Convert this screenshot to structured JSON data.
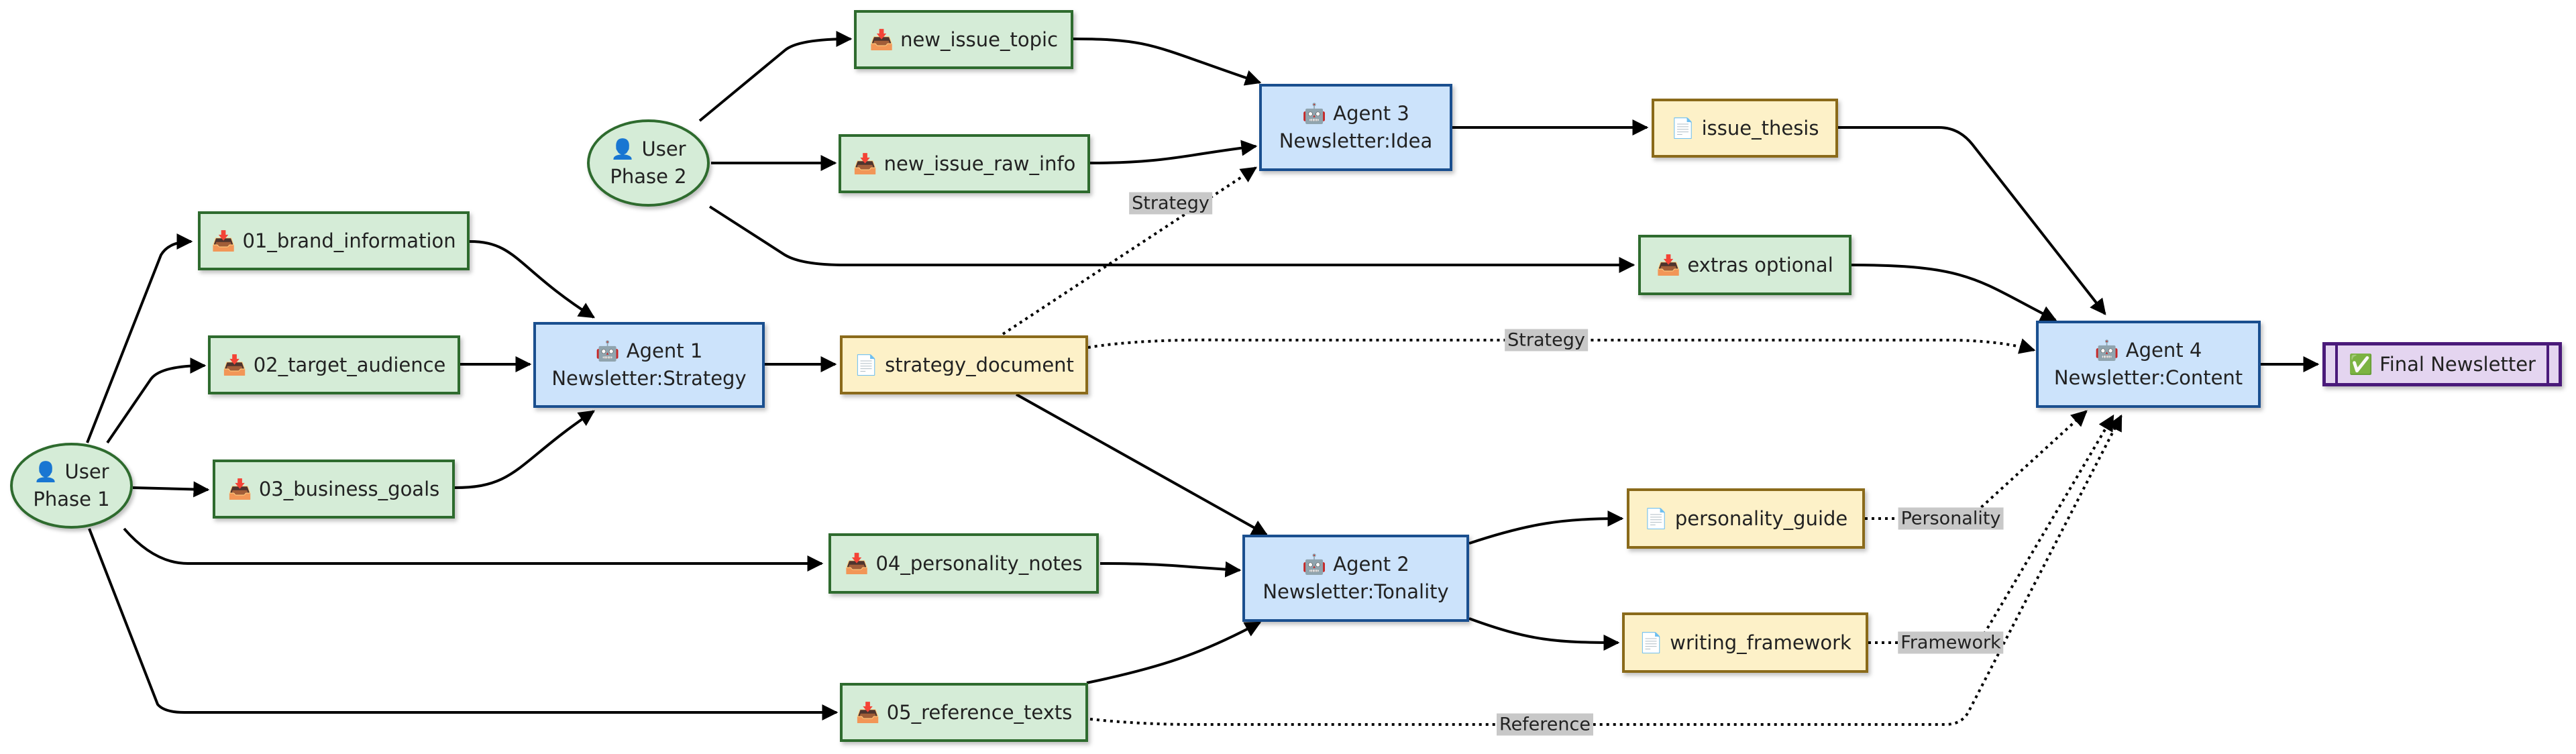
{
  "icons": {
    "user": "👤",
    "input": "📥",
    "agent": "🤖",
    "doc": "📄",
    "final": "✅"
  },
  "nodes": {
    "user1": {
      "line1": "User",
      "line2": "Phase 1"
    },
    "user2": {
      "line1": "User",
      "line2": "Phase 2"
    },
    "brand": {
      "label": "01_brand_information"
    },
    "audience": {
      "label": "02_target_audience"
    },
    "goals": {
      "label": "03_business_goals"
    },
    "personality_notes": {
      "label": "04_personality_notes"
    },
    "reference_texts": {
      "label": "05_reference_texts"
    },
    "new_issue_topic": {
      "label": "new_issue_topic"
    },
    "new_issue_raw_info": {
      "label": "new_issue_raw_info"
    },
    "extras": {
      "label": "extras optional"
    },
    "agent1": {
      "line1": "Agent 1",
      "line2": "Newsletter:Strategy"
    },
    "agent2": {
      "line1": "Agent 2",
      "line2": "Newsletter:Tonality"
    },
    "agent3": {
      "line1": "Agent 3",
      "line2": "Newsletter:Idea"
    },
    "agent4": {
      "line1": "Agent 4",
      "line2": "Newsletter:Content"
    },
    "strategy_document": {
      "label": "strategy_document"
    },
    "issue_thesis": {
      "label": "issue_thesis"
    },
    "personality_guide": {
      "label": "personality_guide"
    },
    "writing_framework": {
      "label": "writing_framework"
    },
    "final": {
      "label": "Final Newsletter"
    }
  },
  "edge_labels": {
    "strategy_to_agent3": "Strategy",
    "strategy_to_agent4": "Strategy",
    "personality": "Personality",
    "framework": "Framework",
    "reference": "Reference"
  }
}
